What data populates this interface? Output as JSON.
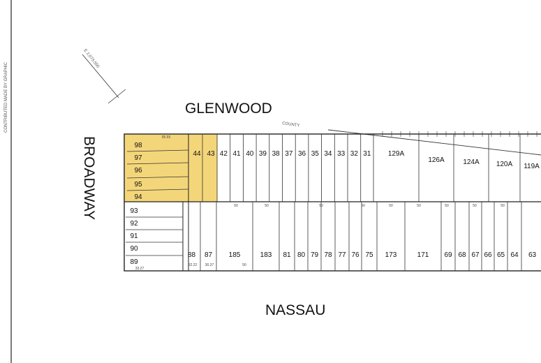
{
  "streets": {
    "north": "GLENWOOD",
    "south": "NASSAU",
    "west": "BROADWAY"
  },
  "annotations": {
    "county": "COUNTY",
    "benchmark": "E 2,073.550",
    "side_note": "CONTRIBUTED MADE BY GRAPHIC"
  },
  "colors": {
    "highlight": "#f4d67a",
    "highlight_edge": "#d3b24a",
    "line": "#222222"
  },
  "top_row_lots": [
    "42",
    "41",
    "40",
    "39",
    "38",
    "37",
    "36",
    "35",
    "34",
    "33",
    "32",
    "31",
    "129A",
    "126A",
    "124A",
    "120A",
    "119A"
  ],
  "top_row_highlighted": [
    "44",
    "43"
  ],
  "left_block_top": [
    "98",
    "97",
    "96",
    "95",
    "94"
  ],
  "left_block_bottom": [
    "93",
    "92",
    "91",
    "90",
    "89"
  ],
  "bottom_row_lots": [
    "88",
    "87",
    "185",
    "183",
    "81",
    "80",
    "79",
    "78",
    "77",
    "76",
    "75",
    "173",
    "171",
    "69",
    "68",
    "67",
    "66",
    "65",
    "64",
    "63"
  ],
  "dims": [
    "95.55",
    "50",
    "50",
    "50",
    "50",
    "50",
    "50",
    "50",
    "50",
    "50",
    "32.22",
    "30.37",
    "50",
    "33.27"
  ]
}
